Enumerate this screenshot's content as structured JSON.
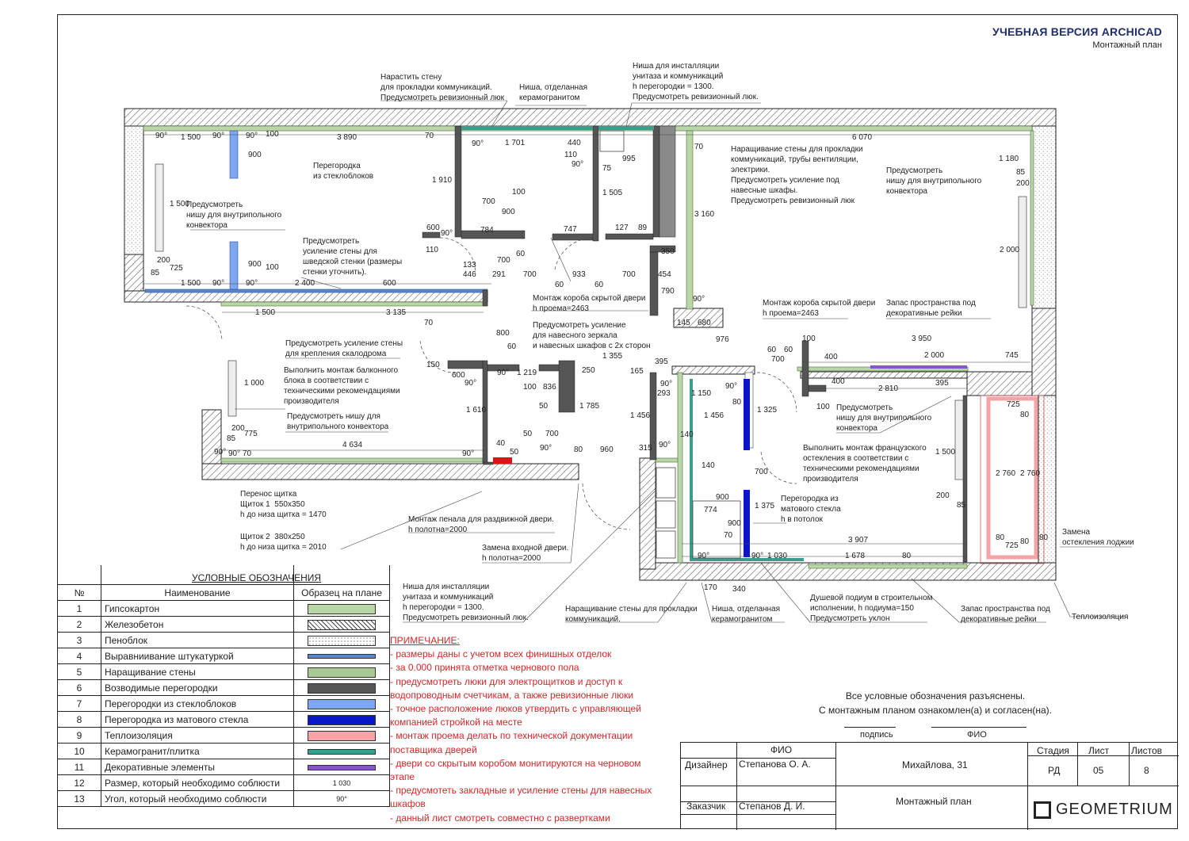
{
  "header": {
    "brand": "УЧЕБНАЯ ВЕРСИЯ ARCHICAD",
    "sheet_type": "Монтажный план"
  },
  "annotations": {
    "a1": "Нарастить стену\nдля прокладки коммуникаций.\nПредусмотреть ревизионный люк",
    "a2": "Ниша, отделанная\nкерамогранитом",
    "a3": "Ниша для инсталляции\nунитаза и коммуникаций\nh перегородки = 1300.\nПредусмотреть ревизионный люк.",
    "a4": "Перегородка\nиз стеклоблоков",
    "a5": "Предусмотреть\nнишу для внутрипольного\nконвектора",
    "a6": "Предусмотреть\nусиление стены для\nшведской стенки (размеры\nстенки уточнить).",
    "a7": "Наращивание стены для прокладки\nкоммуникаций, трубы вентиляции,\nэлектрики.\nПредусмотреть усиление под\nнавесные шкафы.\nПредусмотреть ревизионный люк",
    "a8": "Предусмотреть\nнишу для внутрипольного\nконвектора",
    "a9": "Монтаж короба скрытой двери\nh проема=2463",
    "a10": "Монтаж короба скрытой двери\nh проема=2463",
    "a11": "Запас пространства под\nдекоративные рейки",
    "a12": "Предусмотреть усиление\nдля навесного зеркала\nи навесных шкафов с 2х сторон",
    "a13": "Предусмотреть усиление стены\nдля крепления скалодрома",
    "a14": "Выполнить монтаж балконного\nблока в соответствии с\nтехническими рекомендациями\nпроизводителя",
    "a15": "Предусмотреть нишу для\nвнутрипольного конвектора",
    "a16": "Предусмотреть\nнишу для внутрипольного\nконвектора",
    "a17": "Выполнить монтаж французского\nостекления в соответствии с\nтехническими рекомендациями\nпроизводителя",
    "a18": "Перегородка из\nматового стекла\nh в потолок",
    "a19": "Перенос щитка\nЩиток 1  550х350\nh до низа щитка = 1470",
    "a20": "Щиток 2  380х250\nh до низа щитка = 2010",
    "a21": "Монтаж пенала для раздвижной двери.\nh полотна=2000",
    "a22": "Замена входной двери.\nh полотна=2000",
    "a23": "Ниша для инсталляции\nунитаза и коммуникаций\nh перегородки = 1300.\nПредусмотреть ревизионный люк.",
    "a24": "Наращивание стены для прокладки\nкоммуникаций.",
    "a25": "Ниша, отделанная\nкерамогранитом",
    "a26": "Душевой подиум в строительном\nисполнении, h подиума=150\nПредусмотреть уклон",
    "a27": "Запас пространства под\nдекоративные рейки",
    "a28": "Теплоизоляция",
    "a29": "Замена\nостекления лоджии"
  },
  "dimensions": {
    "d1": "90°",
    "d2": "1 500",
    "d3": "90°",
    "d4": "90°",
    "d5": "100",
    "d6": "3 890",
    "d7": "70",
    "d8": "900",
    "d9": "1 701",
    "d10": "440",
    "d11": "110",
    "d12": "90°",
    "d13": "90°",
    "d14": "995",
    "d15": "6 070",
    "d16": "70",
    "d17": "1 180",
    "d18": "85",
    "d19": "200",
    "d20": "1 910",
    "d21": "700",
    "d22": "100",
    "d23": "900",
    "d24": "784",
    "d25": "747",
    "d26": "127",
    "d27": "89",
    "d28": "1 505",
    "d29": "75",
    "d30": "3 160",
    "d31": "2 000",
    "d32": "1 500",
    "d33": "200",
    "d34": "725",
    "d35": "85",
    "d36": "900",
    "d37": "100",
    "d38": "1 500",
    "d39": "90°",
    "d40": "90°",
    "d41": "2 400",
    "d42": "600",
    "d43": "600",
    "d44": "110",
    "d45": "133",
    "d46": "446",
    "d47": "291",
    "d48": "700",
    "d49": "60",
    "d50": "700",
    "d51": "933",
    "d52": "60",
    "d53": "60",
    "d54": "700",
    "d55": "454",
    "d56": "350",
    "d57": "790",
    "d58": "90°",
    "d59": "145",
    "d60": "680",
    "d61": "1 500",
    "d62": "3 135",
    "d63": "70",
    "d64": "800",
    "d65": "60",
    "d66": "976",
    "d67": "60",
    "d68": "60",
    "d69": "700",
    "d70": "100",
    "d71": "400",
    "d72": "3 950",
    "d73": "2 000",
    "d74": "745",
    "d75": "1 355",
    "d76": "395",
    "d77": "150",
    "d78": "600",
    "d79": "90°",
    "d80": "1 219",
    "d81": "90°",
    "d82": "250",
    "d83": "100",
    "d84": "836",
    "d85": "165",
    "d86": "293",
    "d87": "1 150",
    "d88": "90°",
    "d89": "90°",
    "d90": "400",
    "d91": "2 810",
    "d92": "395",
    "d93": "1 000",
    "d94": "1 610",
    "d95": "50",
    "d96": "1 785",
    "d97": "1 456",
    "d98": "1 456",
    "d99": "80",
    "d100": "1 325",
    "d101": "100",
    "d102": "725",
    "d103": "80",
    "d104": "200",
    "d105": "85",
    "d106": "775",
    "d107": "4 634",
    "d108": "50",
    "d109": "700",
    "d110": "90°",
    "d111": "140",
    "d112": "40",
    "d113": "90°",
    "d114": "90°",
    "d115": "70",
    "d116": "90°",
    "d117": "50",
    "d118": "80",
    "d119": "960",
    "d120": "315",
    "d121": "140",
    "d122": "700",
    "d123": "1 500",
    "d124": "2 760",
    "d125": "2 760",
    "d126": "200",
    "d127": "85",
    "d128": "900",
    "d129": "1 375",
    "d130": "774",
    "d131": "900",
    "d132": "70",
    "d133": "3 907",
    "d134": "80",
    "d135": "725",
    "d136": "80",
    "d137": "80",
    "d138": "90°",
    "d139": "90°",
    "d140": "1 030",
    "d141": "1 678",
    "d142": "80",
    "d143": "170",
    "d144": "340",
    "d145": "90°",
    "d146": "90°"
  },
  "legend": {
    "title": "УСЛОВНЫЕ ОБОЗНАЧЕНИЯ",
    "col_num": "№",
    "col_name": "Наименование",
    "col_sample": "Образец на плане",
    "rows": [
      {
        "n": "1",
        "name": "Гипсокартон",
        "color": "#b9d7a6"
      },
      {
        "n": "2",
        "name": "Железобетон",
        "color": "hatch"
      },
      {
        "n": "3",
        "name": "Пеноблок",
        "color": "dots"
      },
      {
        "n": "4",
        "name": "Выравниивание штукатуркой",
        "color": "#5b86c9"
      },
      {
        "n": "5",
        "name": "Наращивание стены",
        "color": "#a8c894"
      },
      {
        "n": "6",
        "name": "Возводимые перегородки",
        "color": "#555555"
      },
      {
        "n": "7",
        "name": "Перегородки из стеклоблоков",
        "color": "#7da7ee"
      },
      {
        "n": "8",
        "name": "Перегородка из матового стекла",
        "color": "#0a16c8"
      },
      {
        "n": "9",
        "name": "Теплоизоляция",
        "color": "#f4a3a6"
      },
      {
        "n": "10",
        "name": "Керамогранит/плитка",
        "color": "#3a9e8c"
      },
      {
        "n": "11",
        "name": "Декоративные элементы",
        "color": "#8a55c9"
      },
      {
        "n": "12",
        "name": "Размер, который необходимо соблюсти",
        "sample": "1 030"
      },
      {
        "n": "13",
        "name": "Угол, который необходимо соблюсти",
        "sample": "90°"
      }
    ]
  },
  "notes": {
    "title": "ПРИМЕЧАНИЕ:",
    "items": [
      " - размеры даны с учетом всех финишных отделок",
      " - за 0.000 принята отметка чернового пола",
      " - предусмотреть люки для электрощитков и доступ к водопроводным счетчикам, а также ревизионные люки",
      " - точное расположение люков утвердить с управляющей компанией стройкой на месте",
      " - монтаж проема делать по технической документации поставщика дверей",
      " - двери со скрытым коробом монитируются на черновом этапе",
      " - предусмотеть закладные и усиление стены для навесных шкафов",
      " - данный лист смотреть совместно с развертками"
    ]
  },
  "acknowledge": {
    "line1": "Все условные обозначения разъяснены.",
    "line2": "С монтажным планом ознакомлен(а) и согласен(на).",
    "sign": "подпись",
    "fio": "ФИО"
  },
  "title_block": {
    "fio_header": "ФИО",
    "designer_role": "Дизайнер",
    "designer_name": "Степанова О. А.",
    "client_role": "Заказчик",
    "client_name": "Степанов  Д. И.",
    "address": "Михайлова, 31",
    "sheet_name": "Монтажный план",
    "stage_h": "Стадия",
    "sheet_h": "Лист",
    "sheets_h": "Листов",
    "stage": "РД",
    "sheet": "05",
    "sheets": "8",
    "logo": "GEOMETRIUM"
  }
}
